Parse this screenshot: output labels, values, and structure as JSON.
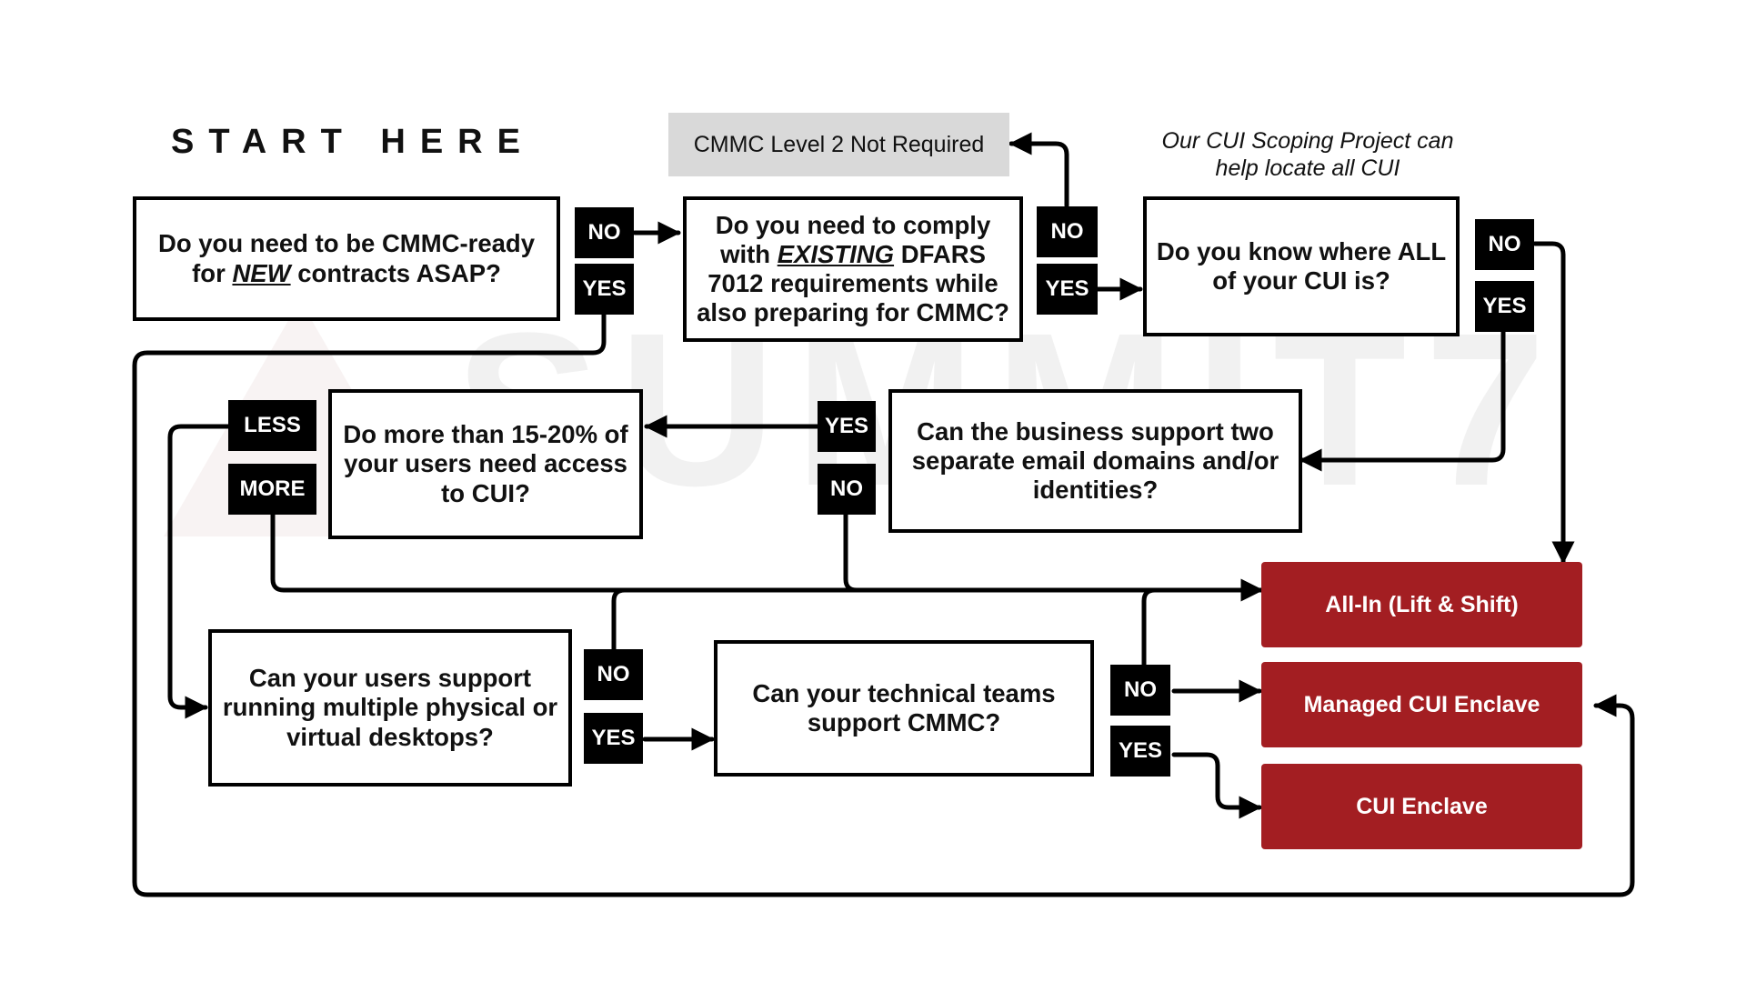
{
  "start_label": "START HERE",
  "watermark": "SUMMIT7",
  "note": {
    "line1": "Our CUI Scoping Project can",
    "line2": "help locate all CUI"
  },
  "not_required": "CMMC Level 2 Not Required",
  "questions": {
    "q1": {
      "l1": "Do you need to be CMMC-ready",
      "l2_pre": "for ",
      "l2_em": "NEW",
      "l2_post": " contracts ASAP?"
    },
    "q2": {
      "l1": "Do you need to comply",
      "l2_pre": "with ",
      "l2_em": "EXISTING",
      "l2_post": " DFARS",
      "l3": "7012 requirements while",
      "l4": "also preparing for CMMC?"
    },
    "q3": {
      "l1": "Do you know where ALL",
      "l2": "of your CUI is?"
    },
    "q4": {
      "l1": "Can the business support two",
      "l2": "separate email domains and/or",
      "l3": "identities?"
    },
    "q5": {
      "l1": "Do more than 15-20% of",
      "l2": "your users need access",
      "l3": "to CUI?"
    },
    "q6": {
      "l1": "Can your users support",
      "l2": "running multiple physical or",
      "l3": "virtual desktops?"
    },
    "q7": {
      "l1": "Can your technical teams",
      "l2": "support CMMC?"
    }
  },
  "tags": {
    "no": "NO",
    "yes": "YES",
    "less": "LESS",
    "more": "MORE"
  },
  "outcomes": {
    "all_in": "All-In (Lift & Shift)",
    "managed": "Managed CUI Enclave",
    "enclave": "CUI Enclave"
  },
  "colors": {
    "outcome": "#a31e22",
    "tag": "#000000",
    "not_required_bg": "#d9d9d9"
  }
}
